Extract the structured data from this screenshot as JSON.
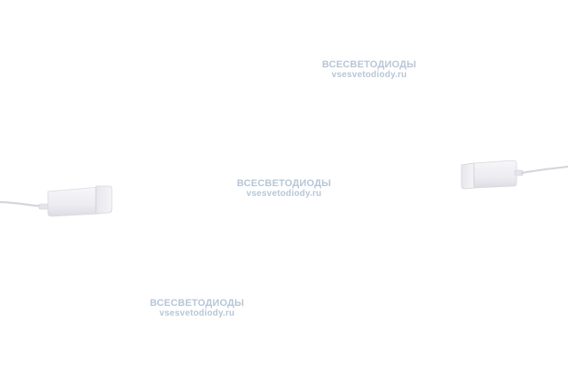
{
  "image": {
    "subject": "two-end-caps-with-cables",
    "background_color": "#ffffff",
    "end_cap_color": "#eeeef2",
    "cable_color": "#d7d7dd"
  },
  "watermarks": [
    {
      "line1": "ВСЕСВЕТОДИОДЫ",
      "line2": "vsesvetodiody.ru"
    },
    {
      "line1": "ВСЕСВЕТОДИОДЫ",
      "line2": "vsesvetodiody.ru"
    },
    {
      "line1": "ВСЕСВЕТОДИОДЫ",
      "line2": "vsesvetodiody.ru"
    }
  ]
}
